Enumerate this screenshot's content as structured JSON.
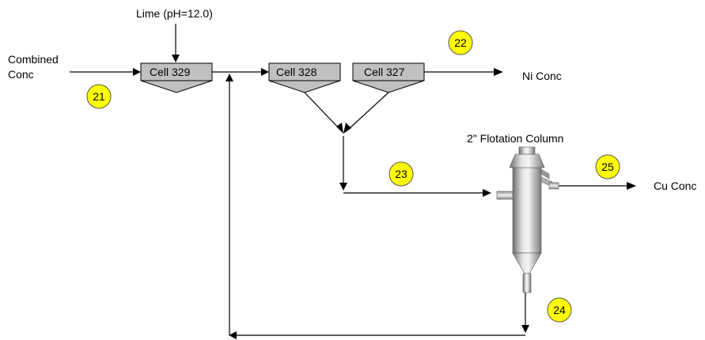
{
  "labels": {
    "lime": "Lime (pH=12.0)",
    "combined_line1": "Combined",
    "combined_line2": "Conc",
    "ni_conc": "Ni Conc",
    "cu_conc": "Cu Conc",
    "column_title": "2\" Flotation Column"
  },
  "cells": [
    {
      "label": "Cell  329"
    },
    {
      "label": "Cell  328"
    },
    {
      "label": "Cell  327"
    }
  ],
  "streams": [
    {
      "number": "21"
    },
    {
      "number": "22"
    },
    {
      "number": "23"
    },
    {
      "number": "24"
    },
    {
      "number": "25"
    }
  ],
  "colors": {
    "badge_fill": "#ffff00",
    "cell_fill": "#c0c0c0",
    "line": "#000000"
  }
}
